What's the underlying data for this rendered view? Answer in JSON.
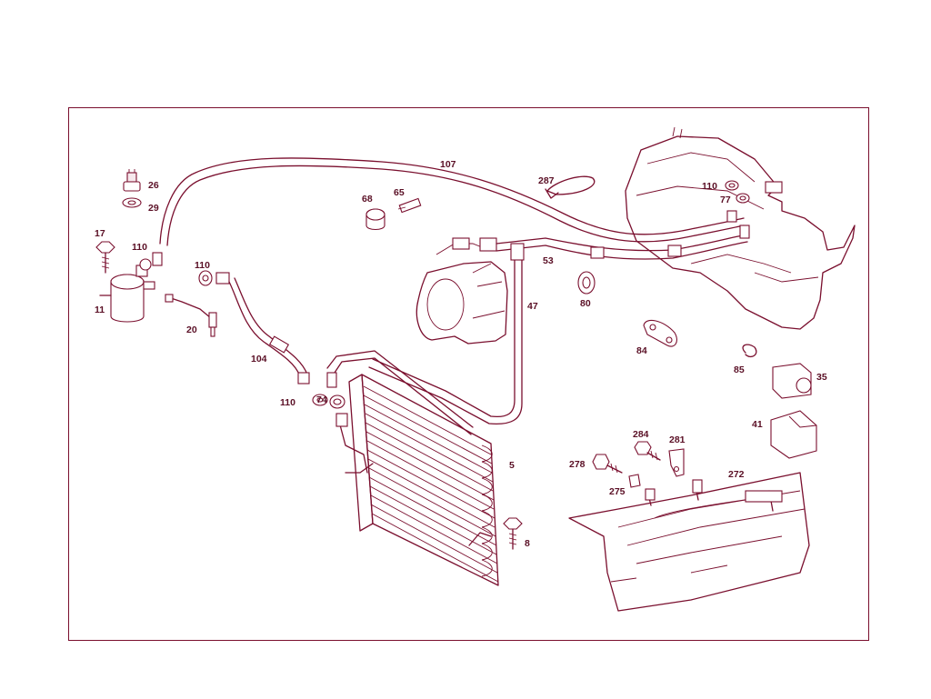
{
  "diagram": {
    "labels": {
      "p107": "107",
      "p287": "287",
      "p110a": "110",
      "p77": "77",
      "p26": "26",
      "p29": "29",
      "p68": "68",
      "p65": "65",
      "p17": "17",
      "p110b": "110",
      "p110c": "110",
      "p11": "11",
      "p53": "53",
      "p80": "80",
      "p47": "47",
      "p20": "20",
      "p104": "104",
      "p84": "84",
      "p85": "85",
      "p35": "35",
      "p110d": "110",
      "p74": "74",
      "p41": "41",
      "p5": "5",
      "p284": "284",
      "p281": "281",
      "p278": "278",
      "p275": "275",
      "p272": "272",
      "p8": "8"
    }
  },
  "colors": {
    "line": "#7a0f2e",
    "label": "#5a0f25",
    "background": "#ffffff"
  }
}
